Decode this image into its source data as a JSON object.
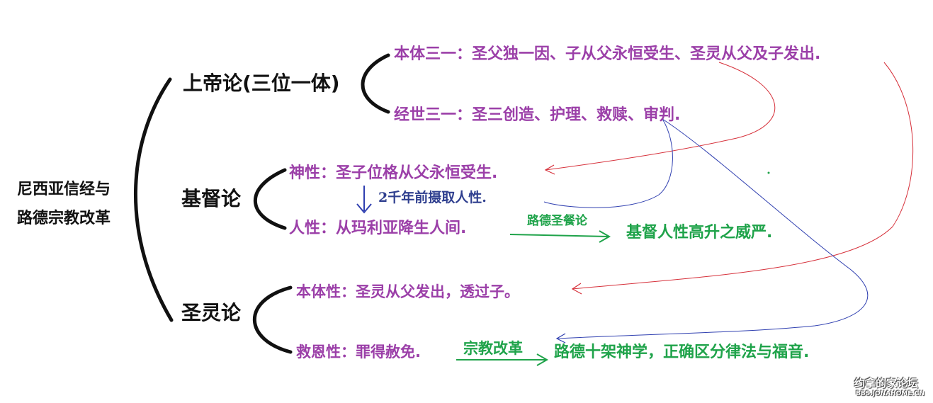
{
  "root": {
    "line1": "尼西亚信经与",
    "line2": "路德宗教改革"
  },
  "branches": {
    "god": "上帝论(三位一体)",
    "christ": "基督论",
    "spirit": "圣灵论"
  },
  "leaves": {
    "god_ontological": "本体三一：圣父独一因、子从父永恒受生、圣灵从父及子发出.",
    "god_economic": "经世三一：圣三创造、护理、救赎、审判.",
    "christ_divine": "神性：圣子位格从父永恒受生.",
    "christ_incarnation_note": "2千年前摄取人性.",
    "christ_human": "人性：从玛利亚降生人间.",
    "christ_eucharist_label": "路德圣餐论",
    "christ_result": "基督人性高升之威严.",
    "spirit_ontological": "本体性：圣灵从父发出，透过子。",
    "spirit_grace": "救恩性：罪得赦免.",
    "reformation_label": "宗教改革",
    "reformation_result": "路德十架神学，正确区分律法与福音."
  },
  "watermark": {
    "line1": "约拿的家论坛",
    "line2": "BBS.JONAHOME.CN"
  },
  "colors": {
    "black": "#111111",
    "purple": "#9b3fa8",
    "green": "#1fa34a",
    "blue": "#2f3f8f",
    "red": "#d6303a"
  }
}
